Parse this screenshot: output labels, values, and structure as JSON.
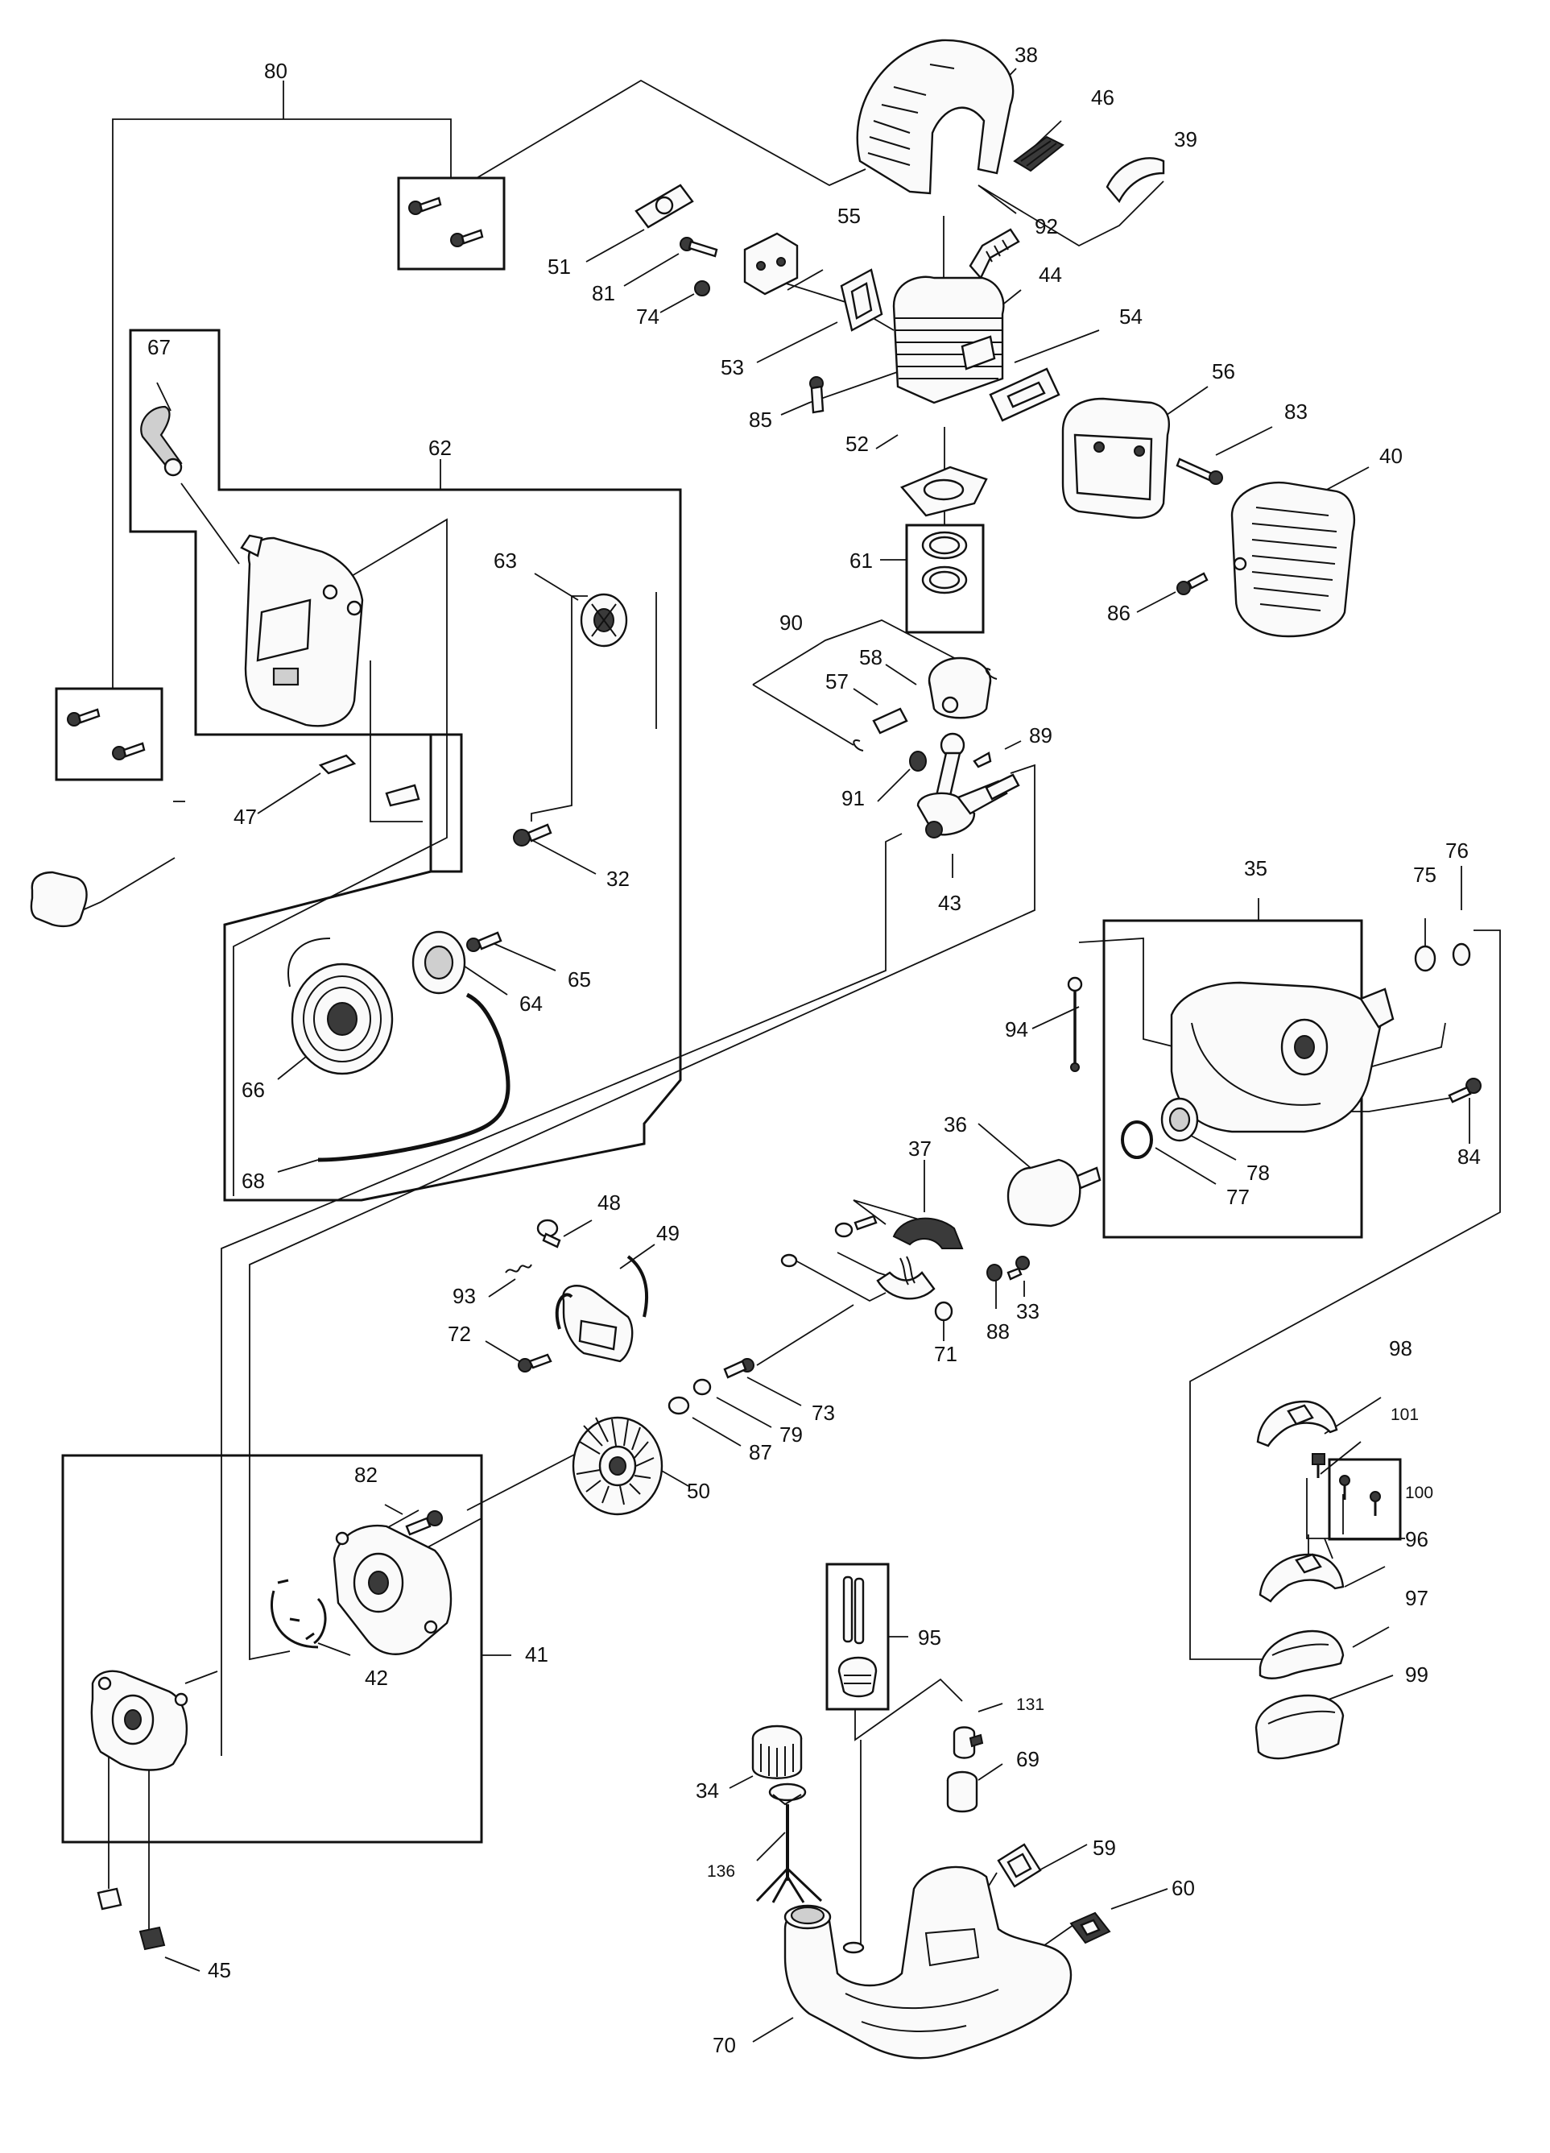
{
  "labels": {
    "l80": "80",
    "l38": "38",
    "l46": "46",
    "l39": "39",
    "l55": "55",
    "l92": "92",
    "l51": "51",
    "l81": "81",
    "l74": "74",
    "l44": "44",
    "l53": "53",
    "l54": "54",
    "l85": "85",
    "l56": "56",
    "l83": "83",
    "l52": "52",
    "l40": "40",
    "l61": "61",
    "l86": "86",
    "l67": "67",
    "l62": "62",
    "l63": "63",
    "l90": "90",
    "l58": "58",
    "l57": "57",
    "l89": "89",
    "l91": "91",
    "l47": "47",
    "l32": "32",
    "l43": "43",
    "l35": "35",
    "l75": "75",
    "l76": "76",
    "l65": "65",
    "l64": "64",
    "l94": "94",
    "l84": "84",
    "l66": "66",
    "l36": "36",
    "l37": "37",
    "l78": "78",
    "l77": "77",
    "l68": "68",
    "l48": "48",
    "l49": "49",
    "l93": "93",
    "l33": "33",
    "l88": "88",
    "l71": "71",
    "l72": "72",
    "l73": "73",
    "l79": "79",
    "l87": "87",
    "l98": "98",
    "l101": "101",
    "l100": "100",
    "l82": "82",
    "l50": "50",
    "l96": "96",
    "l41": "41",
    "l42": "42",
    "l95": "95",
    "l97": "97",
    "l99": "99",
    "l131": "131",
    "l34": "34",
    "l69": "69",
    "l136": "136",
    "l59": "59",
    "l60": "60",
    "l45": "45",
    "l70": "70"
  }
}
